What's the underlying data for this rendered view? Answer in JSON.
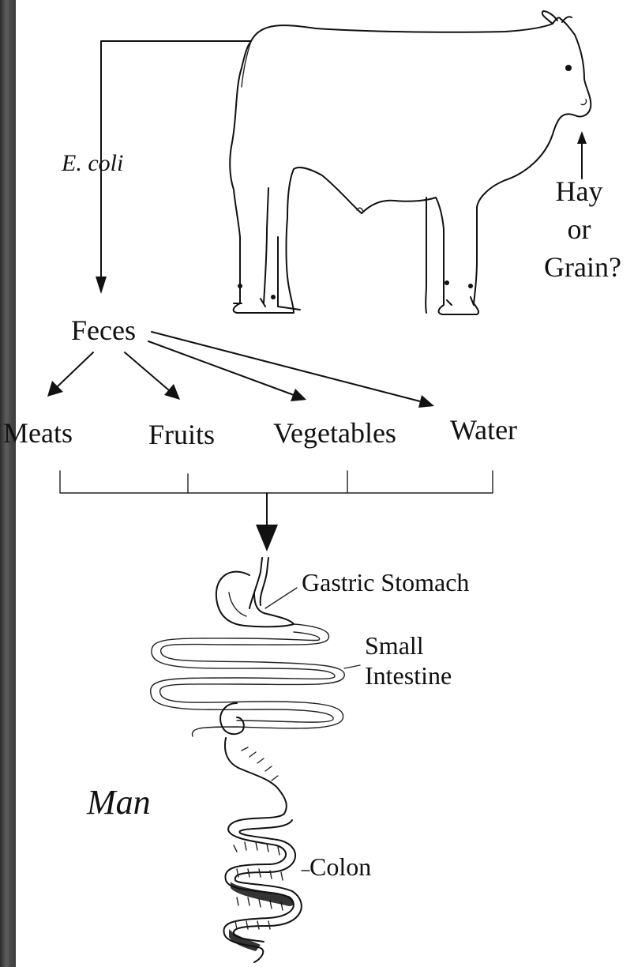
{
  "diagram": {
    "source_label": "E. coli",
    "feed_label_lines": [
      "Hay",
      "or",
      "Grain?"
    ],
    "feces_label": "Feces",
    "foods": [
      "Meats",
      "Fruits",
      "Vegetables",
      "Water"
    ],
    "organs": {
      "stomach": "Gastric Stomach",
      "small_intestine_lines": [
        "Small",
        "Intestine"
      ],
      "colon": "Colon"
    },
    "host_label": "Man"
  }
}
